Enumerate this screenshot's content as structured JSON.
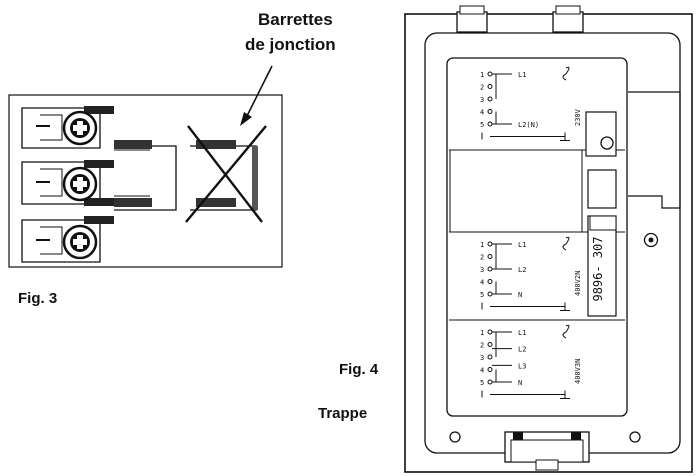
{
  "fig3": {
    "label": "Fig. 3",
    "callout_line1": "Barrettes",
    "callout_line2": "de jonction"
  },
  "fig4": {
    "label": "Fig. 4",
    "trappe": "Trappe",
    "label_code": "9896- 307",
    "blocks": [
      {
        "voltage": "230V",
        "terminals": [
          "1",
          "2",
          "3",
          "4",
          "5"
        ],
        "lines": [
          "L1",
          "L2(N)"
        ]
      },
      {
        "voltage": "400V2N",
        "terminals": [
          "1",
          "2",
          "3",
          "4",
          "5"
        ],
        "lines": [
          "L1",
          "L2",
          "N"
        ]
      },
      {
        "voltage": "400V3N",
        "terminals": [
          "1",
          "2",
          "3",
          "4",
          "5"
        ],
        "lines": [
          "L1",
          "L2",
          "L3",
          "N"
        ]
      }
    ]
  }
}
